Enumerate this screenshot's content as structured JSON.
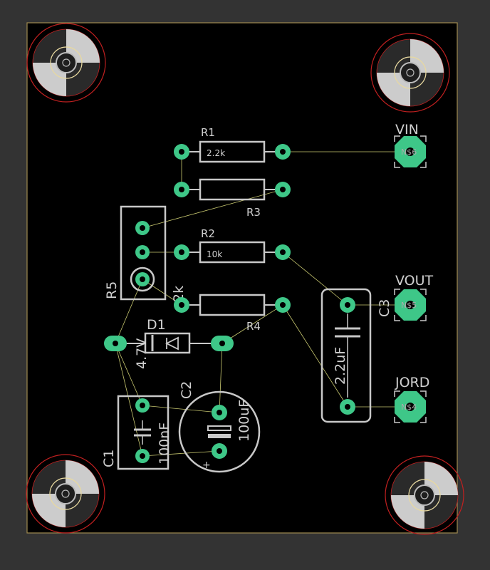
{
  "colors": {
    "background": "#333333",
    "board": "#000000",
    "outline": "#a08a50",
    "silk": "#c8c8c8",
    "pad": "#3ec788",
    "airwire": "#c8c870",
    "keepout": "#c02020",
    "hole": "#1e1e1e"
  },
  "components": {
    "r1": {
      "name": "R1",
      "value": "2.2k"
    },
    "r2": {
      "name": "R2",
      "value": "10k"
    },
    "r3": {
      "name": "R3"
    },
    "r4": {
      "name": "R4"
    },
    "r5": {
      "name": "R5",
      "value": "2k"
    },
    "d1": {
      "name": "D1",
      "value": "4.7V"
    },
    "c1": {
      "name": "C1",
      "value": "100nF"
    },
    "c2": {
      "name": "C2",
      "value": "100uF",
      "polarity": "+"
    },
    "c3": {
      "name": "C3",
      "value": "2.2uF"
    }
  },
  "connectors": {
    "vin": {
      "label": "VIN",
      "pad_label": "N$6"
    },
    "vout": {
      "label": "VOUT",
      "pad_label": "N$5"
    },
    "jord": {
      "label": "JORD",
      "pad_label": "N$4"
    }
  },
  "mounting_holes": [
    "top-left",
    "top-right",
    "bottom-left",
    "bottom-right"
  ]
}
